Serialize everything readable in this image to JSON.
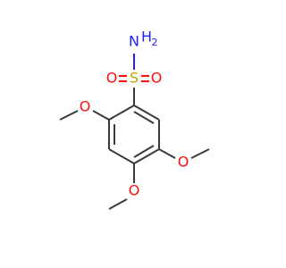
{
  "colors": {
    "carbon_bond": "#3a3a3a",
    "oxygen": "#ff0d0d",
    "nitrogen": "#2020ff",
    "sulfur": "#c8a400",
    "background": "#ffffff"
  },
  "atoms": {
    "amine_n": "N",
    "amine_h": "H",
    "amine_h_count": "2",
    "sulfur": "S",
    "sulfonyl_o_left": "O",
    "sulfonyl_o_right": "O",
    "methoxy_o_2": "O",
    "methoxy_o_4": "O",
    "methoxy_o_5": "O"
  }
}
